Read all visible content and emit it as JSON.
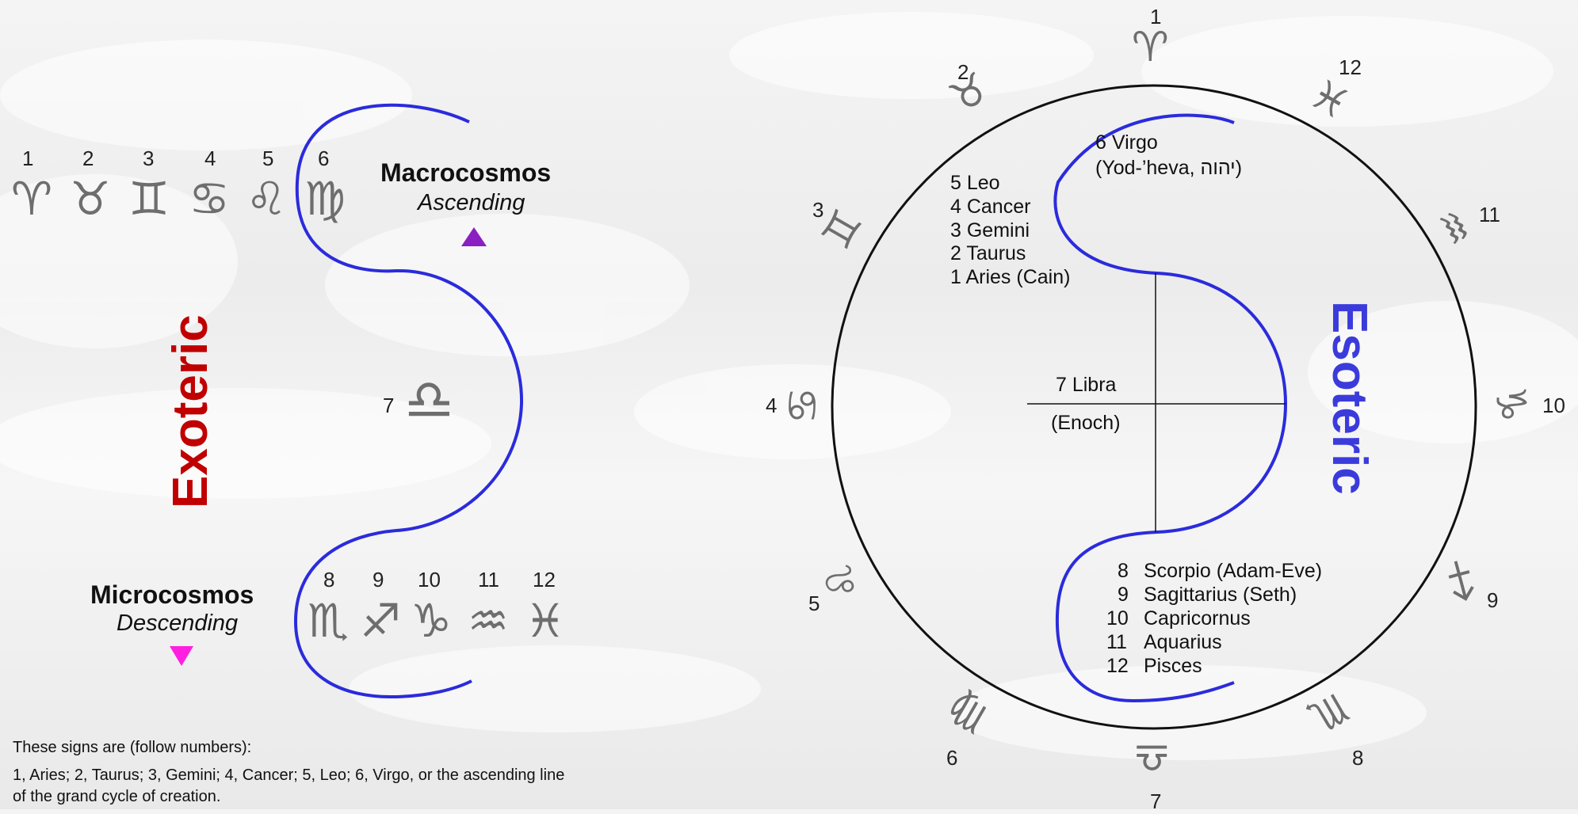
{
  "left_diagram": {
    "title_vertical": "Exoteric",
    "title_color": "#c00000",
    "macro_label": "Macrocosmos",
    "macro_sub": "Ascending",
    "macro_arrow_color": "#8a1fc2",
    "micro_label": "Microcosmos",
    "micro_sub": "Descending",
    "micro_arrow_color": "#ff1fe0",
    "curve_color": "#2b2bdc",
    "top_signs": [
      {
        "num": "1",
        "glyph": "♈"
      },
      {
        "num": "2",
        "glyph": "♉"
      },
      {
        "num": "3",
        "glyph": "♊"
      },
      {
        "num": "4",
        "glyph": "♋"
      },
      {
        "num": "5",
        "glyph": "♌"
      },
      {
        "num": "6",
        "glyph": "♍"
      }
    ],
    "middle_sign": {
      "num": "7",
      "glyph": "♎"
    },
    "bottom_signs": [
      {
        "num": "8",
        "glyph": "♏"
      },
      {
        "num": "9",
        "glyph": "♐"
      },
      {
        "num": "10",
        "glyph": "♑"
      },
      {
        "num": "11",
        "glyph": "♒"
      },
      {
        "num": "12",
        "glyph": "♓"
      }
    ]
  },
  "right_diagram": {
    "title_vertical": "Esoteric",
    "title_color": "#3b3bdc",
    "ring_signs": [
      {
        "num": "1",
        "glyph": "♈"
      },
      {
        "num": "2",
        "glyph": "♉"
      },
      {
        "num": "12",
        "glyph": "♓"
      },
      {
        "num": "3",
        "glyph": "♊"
      },
      {
        "num": "11",
        "glyph": "♒"
      },
      {
        "num": "4",
        "glyph": "♋"
      },
      {
        "num": "10",
        "glyph": "♑"
      },
      {
        "num": "5",
        "glyph": "♌"
      },
      {
        "num": "9",
        "glyph": "♐"
      },
      {
        "num": "6",
        "glyph": "♍"
      },
      {
        "num": "8",
        "glyph": "♏"
      },
      {
        "num": "7",
        "glyph": "♎"
      }
    ],
    "virgo_line1": "6 Virgo",
    "virgo_line2": "(Yod-’heva, יהוה)",
    "ascending_list": [
      "5 Leo",
      "4 Cancer",
      "3 Gemini",
      "2 Taurus",
      "1 Aries (Cain)"
    ],
    "libra_label": "7 Libra",
    "libra_sub": "(Enoch)",
    "descending_list": [
      {
        "num": "8",
        "name": "Scorpio (Adam-Eve)"
      },
      {
        "num": "9",
        "name": "Sagittarius (Seth)"
      },
      {
        "num": "10",
        "name": "Capricornus"
      },
      {
        "num": "11",
        "name": "Aquarius"
      },
      {
        "num": "12",
        "name": "Pisces"
      }
    ]
  },
  "footnote": {
    "line1": "These signs are (follow numbers):",
    "line2": "1, Aries; 2, Taurus; 3, Gemini; 4, Cancer; 5, Leo; 6, Virgo, or the ascending line",
    "line3": "of the grand cycle of creation."
  }
}
